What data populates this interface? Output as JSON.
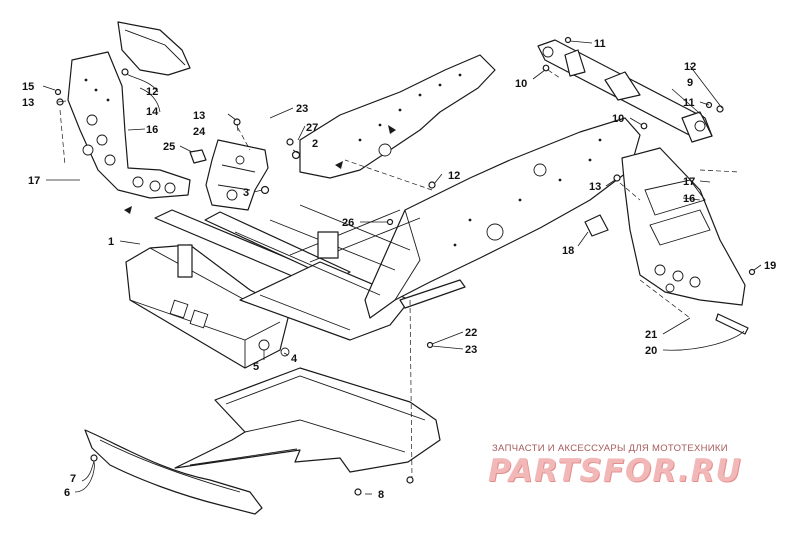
{
  "diagram": {
    "callouts": {
      "c1": "1",
      "c2": "2",
      "c3": "3",
      "c4": "4",
      "c5": "5",
      "c6": "6",
      "c7": "7",
      "c8": "8",
      "c9": "9",
      "c10a": "10",
      "c10b": "10",
      "c11a": "11",
      "c11b": "11",
      "c12a": "12",
      "c12b": "12",
      "c12c": "12",
      "c13a": "13",
      "c13b": "13",
      "c13c": "13",
      "c14": "14",
      "c15": "15",
      "c16a": "16",
      "c16b": "16",
      "c17a": "17",
      "c17b": "17",
      "c18": "18",
      "c19": "19",
      "c20": "20",
      "c21": "21",
      "c22": "22",
      "c23a": "23",
      "c23b": "23",
      "c24": "24",
      "c25": "25",
      "c26": "26",
      "c27": "27"
    }
  },
  "watermark": {
    "subtitle": "ЗАПЧАСТИ И АКСЕССУАРЫ ДЛЯ МОТОТЕХНИКИ",
    "logo": "PARTSFOR.RU"
  }
}
